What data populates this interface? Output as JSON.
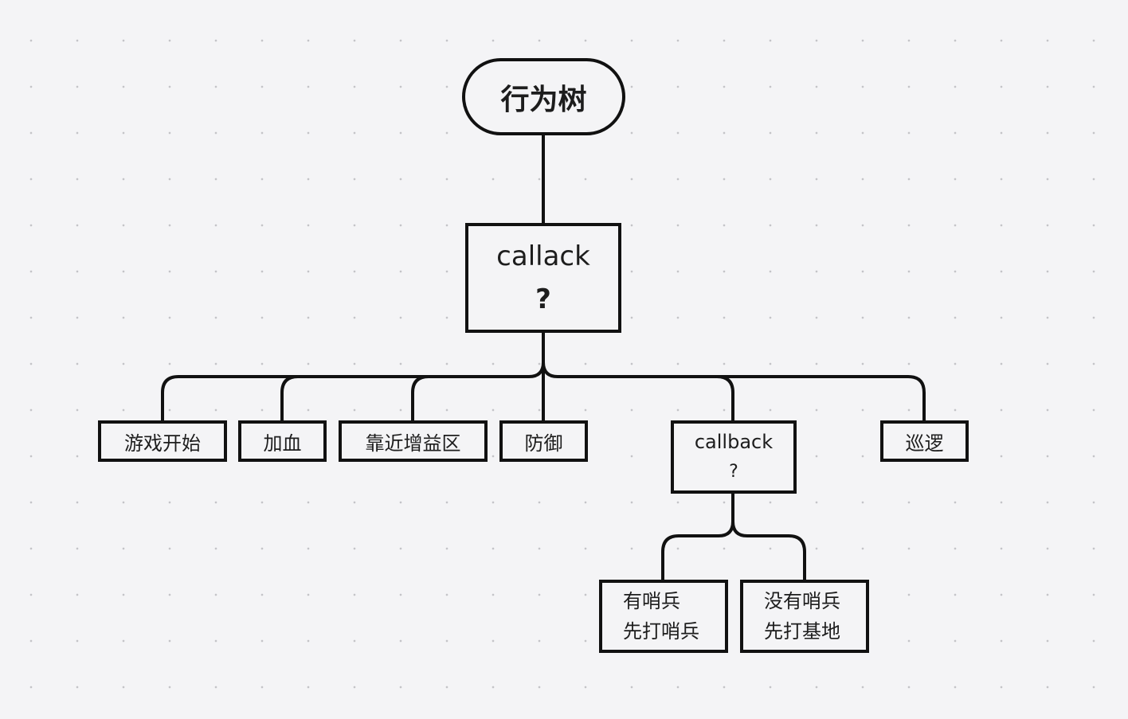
{
  "root": {
    "label": "行为树"
  },
  "selector": {
    "line1": "callack",
    "line2": "?"
  },
  "children": [
    {
      "label": "游戏开始"
    },
    {
      "label": "加血"
    },
    {
      "label": "靠近增益区"
    },
    {
      "label": "防御"
    },
    {
      "label": "巡逻"
    }
  ],
  "sub_selector": {
    "line1": "callback",
    "line2": "?"
  },
  "sub_children": [
    {
      "line1": "有哨兵",
      "line2": "先打哨兵"
    },
    {
      "line1": "没有哨兵",
      "line2": "先打基地"
    }
  ],
  "colors": {
    "background": "#f4f4f6",
    "stroke": "#111111",
    "grid_dot": "#c4c4c8"
  }
}
